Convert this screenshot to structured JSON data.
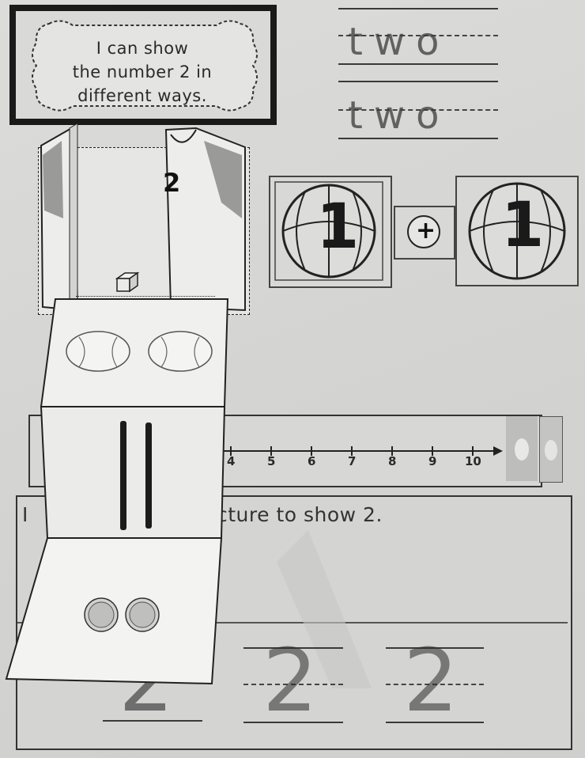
{
  "title": {
    "line1": "I can show",
    "line2": "the number 2 in",
    "line3": "different ways."
  },
  "word_practice": [
    "two",
    "two"
  ],
  "jersey_number": "2",
  "addition": {
    "left": "1",
    "operator": "+",
    "right": "1"
  },
  "number_line": {
    "ticks": [
      "4",
      "5",
      "6",
      "7",
      "8",
      "9",
      "10"
    ]
  },
  "prompt": {
    "part_a": "I",
    "part_b": "cture to show 2."
  },
  "numeral_practice": [
    "2",
    "2",
    "2"
  ],
  "colors": {
    "paper": "#d6d6d4",
    "ink": "#222222",
    "foldout": "#ededeb"
  }
}
